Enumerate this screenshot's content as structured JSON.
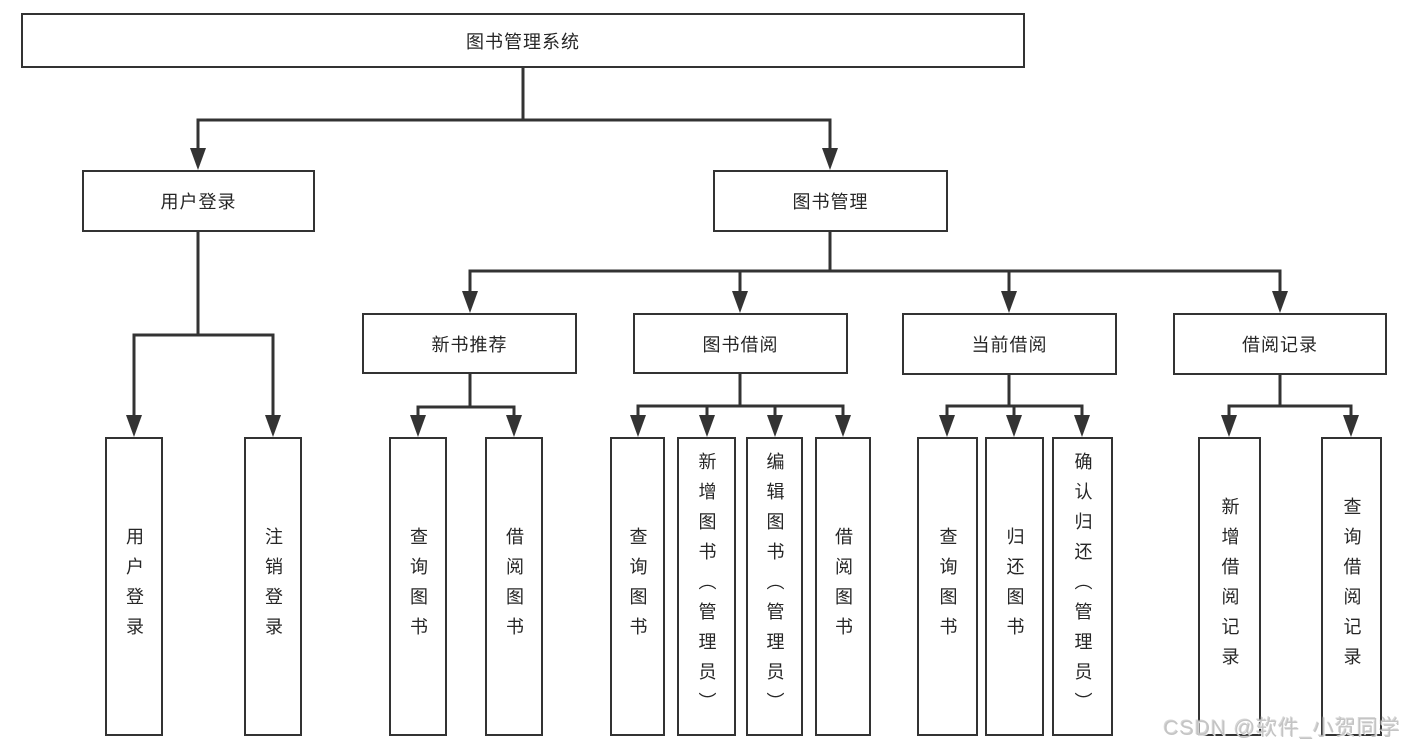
{
  "diagram": {
    "kind": "functional-decomposition-org-chart",
    "background": "#ffffff",
    "stroke_color": "#333333",
    "box_border_color": "#333333",
    "text_color": "#262626",
    "tree": {
      "label": "图书管理系统",
      "children": [
        {
          "label": "用户登录",
          "children": [
            {
              "label": "用户登录"
            },
            {
              "label": "注销登录"
            }
          ]
        },
        {
          "label": "图书管理",
          "children": [
            {
              "label": "新书推荐",
              "children": [
                {
                  "label": "查询图书"
                },
                {
                  "label": "借阅图书"
                }
              ]
            },
            {
              "label": "图书借阅",
              "children": [
                {
                  "label": "查询图书"
                },
                {
                  "label": "新增图书（管理员）"
                },
                {
                  "label": "编辑图书（管理员）"
                },
                {
                  "label": "借阅图书"
                }
              ]
            },
            {
              "label": "当前借阅",
              "children": [
                {
                  "label": "查询图书"
                },
                {
                  "label": "归还图书"
                },
                {
                  "label": "确认归还（管理员）"
                }
              ]
            },
            {
              "label": "借阅记录",
              "children": [
                {
                  "label": "新增借阅记录"
                },
                {
                  "label": "查询借阅记录"
                }
              ]
            }
          ]
        }
      ]
    }
  },
  "watermark": {
    "text": "CSDN @软件_小贺同学",
    "color": "#c4c4c4"
  }
}
